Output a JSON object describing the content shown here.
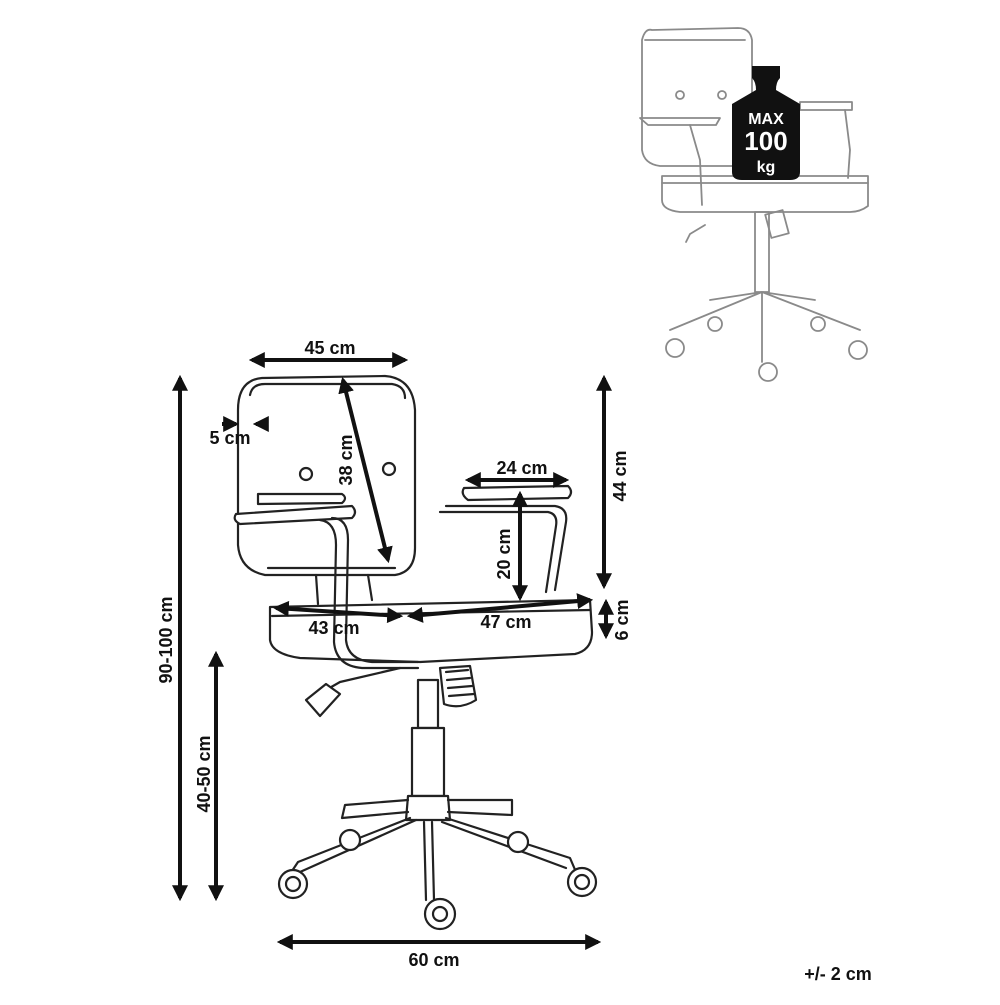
{
  "dimensions": {
    "seat_back_width": "45 cm",
    "back_frame": "5 cm",
    "back_height": "38 cm",
    "armrest_length": "24 cm",
    "armrest_height": "20 cm",
    "arm_to_top": "44 cm",
    "seat_thickness": "6 cm",
    "seat_depth": "43 cm",
    "seat_width": "47 cm",
    "total_height": "90-100 cm",
    "seat_height": "40-50 cm",
    "base_width": "60 cm"
  },
  "tolerance": "+/- 2 cm",
  "weight_badge": {
    "line1": "MAX",
    "line2": "100",
    "line3": "kg"
  },
  "colors": {
    "line": "#222222",
    "ghost_line": "#8a8a8a",
    "badge_fill": "#111111"
  }
}
